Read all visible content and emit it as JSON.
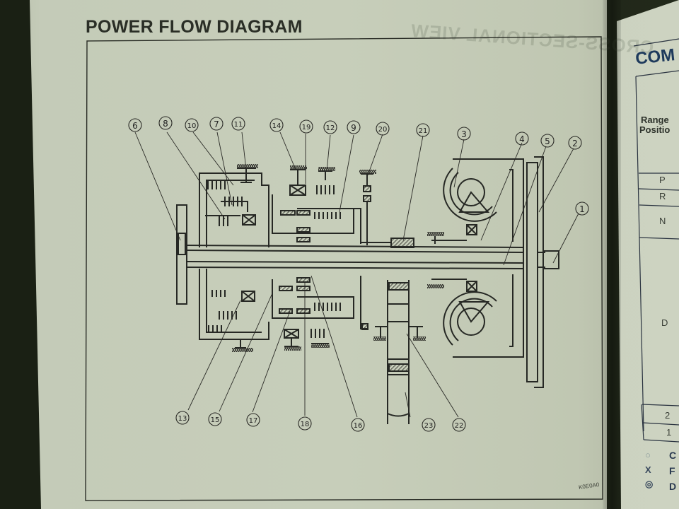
{
  "page": {
    "title": "POWER FLOW DIAGRAM",
    "bleed_through_title": "CROSS-SECTIONAL VIEW",
    "figure_code": "K0E0A0"
  },
  "diagram": {
    "callouts_top": [
      "6",
      "8",
      "10",
      "7",
      "11",
      "14",
      "19",
      "12",
      "9",
      "20",
      "21",
      "3",
      "4",
      "5",
      "2",
      "1"
    ],
    "callouts_bottom": [
      "13",
      "15",
      "17",
      "18",
      "16",
      "23",
      "22"
    ]
  },
  "right_page": {
    "title": "COM",
    "header_label_line1": "Range",
    "header_label_line2": "Positio",
    "rows": [
      "P",
      "R",
      "N",
      "D",
      "2",
      "1"
    ],
    "legend": [
      {
        "symbol": "○",
        "text": "C"
      },
      {
        "symbol": "X",
        "text": "F"
      },
      {
        "symbol": "◎",
        "text": "D"
      }
    ]
  }
}
